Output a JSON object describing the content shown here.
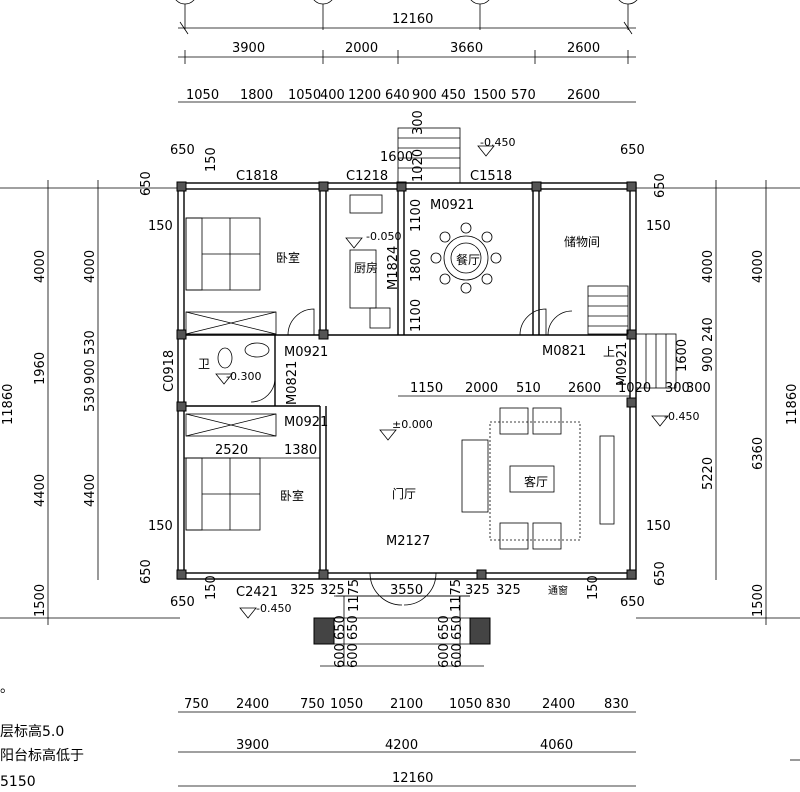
{
  "dims_top": {
    "total": "12160",
    "row2": [
      "3900",
      "2000",
      "3660",
      "2600"
    ],
    "row3": [
      "1050",
      "1800",
      "1050",
      "400",
      "1200",
      "640",
      "900",
      "450",
      "1500",
      "570",
      "2600"
    ]
  },
  "dims_bottom": {
    "row1": [
      "750",
      "2400",
      "750",
      "1050",
      "2100",
      "1050",
      "830",
      "2400",
      "830"
    ],
    "row2": [
      "3900",
      "4200",
      "4060"
    ],
    "total": "12160"
  },
  "dims_left": {
    "outer": [
      "4000",
      "1960",
      "4400",
      "1500"
    ],
    "total": "11860",
    "inner": [
      "4000",
      "530",
      "900",
      "530",
      "4400"
    ]
  },
  "dims_right": {
    "outer": [
      "4000",
      "6360",
      "1500"
    ],
    "total": "11860",
    "inner": [
      "4000",
      "5220"
    ]
  },
  "small_dims": {
    "d650_tl": "650",
    "d150_tl": "150",
    "d650_tl2": "650",
    "d650_tr": "650",
    "d650_tr2": "650",
    "d150_r1": "150",
    "d150_l1": "150",
    "d150_l2": "150",
    "d150_r2": "150",
    "d650_bl": "650",
    "d650_bl2": "650",
    "d150_bl": "150",
    "d650_br": "650",
    "d650_br2": "650",
    "d150_br": "150",
    "d1600_top": "1600",
    "d1020_top": "1020",
    "d300_top": "300",
    "d1100_a": "1100",
    "d1800": "1800",
    "d1100_b": "1100",
    "mid_row": [
      "1150",
      "2000",
      "510",
      "2600"
    ],
    "d2520": "2520",
    "d1380": "1380",
    "stair_r": [
      "240",
      "1600",
      "900",
      "1020",
      "300",
      "300"
    ],
    "front_row": [
      "325",
      "325",
      "1175",
      "3550",
      "1175",
      "325",
      "325"
    ],
    "front_steps": [
      "650",
      "650",
      "600",
      "600",
      "650",
      "650",
      "600",
      "600"
    ]
  },
  "windows": {
    "c1818": "C1818",
    "c1218": "C1218",
    "c1518": "C1518",
    "c0918": "C0918",
    "c2421": "C2421",
    "tongchuang": "通窗"
  },
  "doors": {
    "m0921_a": "M0921",
    "m0921_b": "M0921",
    "m0921_c": "M0921",
    "m0921_d": "M0921",
    "m0821_a": "M0821",
    "m0821_b": "M0821",
    "m1824": "M1824",
    "m2127": "M2127"
  },
  "rooms": {
    "bedroom_1": "卧室",
    "bedroom_2": "卧室",
    "kitchen": "厨房",
    "dining": "餐厅",
    "storage": "储物间",
    "bath": "卫",
    "hall": "门厅",
    "living": "客厅",
    "up": "上"
  },
  "levels": {
    "l1": "-0.450",
    "l2": "-0.050",
    "l3": "-0.300",
    "l4": "±0.000",
    "l5": "-0.450",
    "l6": "-0.450"
  },
  "notes": [
    "。",
    "层标高5.0",
    "阳台标高低于",
    "5150"
  ]
}
